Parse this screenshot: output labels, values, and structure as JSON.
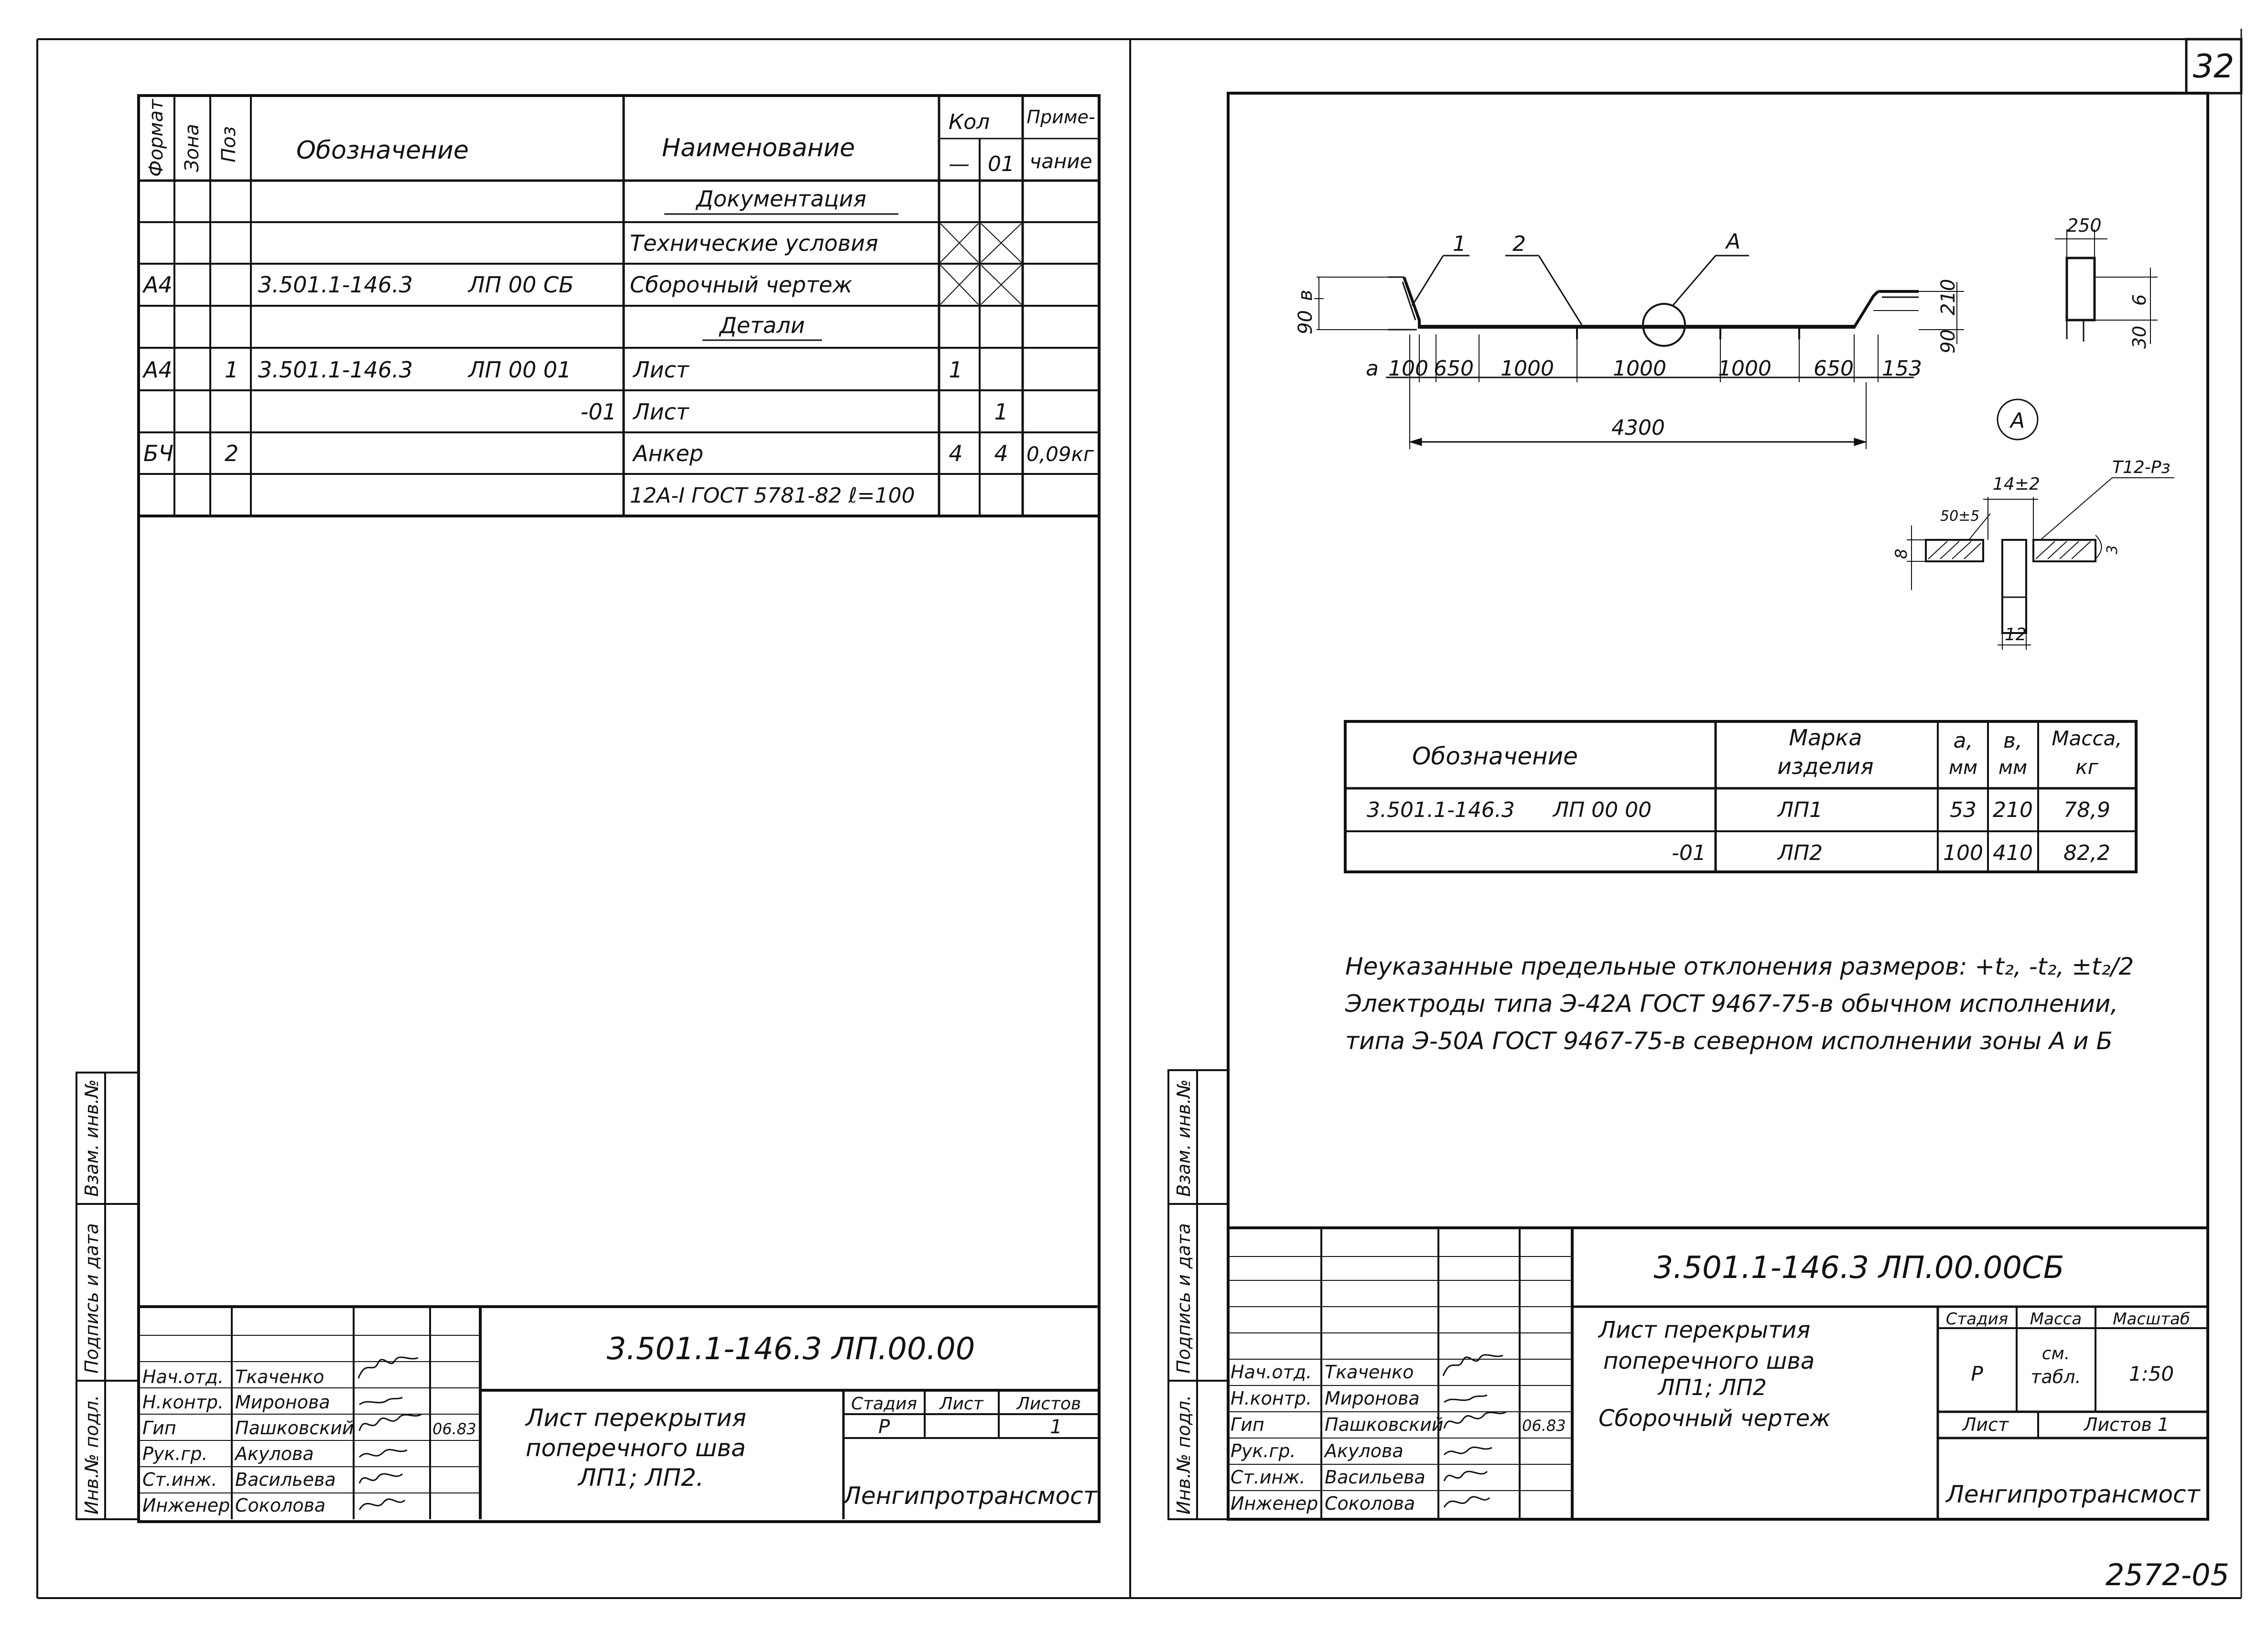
{
  "page_number": "32",
  "footer_code": "2572-05",
  "spec": {
    "headers": {
      "format": "Формат",
      "zone": "Зона",
      "pos": "Поз",
      "designation": "Обозначение",
      "name": "Наименование",
      "qty": "Кол",
      "qty_dash": "—",
      "qty_01": "01",
      "note_1": "Приме-",
      "note_2": "чание"
    },
    "rows": [
      {
        "format": "",
        "zone": "",
        "pos": "",
        "designation": "",
        "designation2": "",
        "name": "Документация",
        "q1": "",
        "q2": "",
        "note": ""
      },
      {
        "format": "",
        "zone": "",
        "pos": "",
        "designation": "",
        "designation2": "",
        "name": "Технические условия",
        "q1": "",
        "q2": "",
        "note": ""
      },
      {
        "format": "А4",
        "zone": "",
        "pos": "",
        "designation": "3.501.1-146.3",
        "designation2": "ЛП 00 СБ",
        "name": "Сборочный чертеж",
        "q1": "",
        "q2": "",
        "note": ""
      },
      {
        "format": "",
        "zone": "",
        "pos": "",
        "designation": "",
        "designation2": "",
        "name": "Детали",
        "q1": "",
        "q2": "",
        "note": ""
      },
      {
        "format": "А4",
        "zone": "",
        "pos": "1",
        "designation": "3.501.1-146.3",
        "designation2": "ЛП 00 01",
        "name": "Лист",
        "q1": "1",
        "q2": "",
        "note": ""
      },
      {
        "format": "",
        "zone": "",
        "pos": "",
        "designation": "",
        "designation2": "-01",
        "name": "Лист",
        "q1": "",
        "q2": "1",
        "note": ""
      },
      {
        "format": "БЧ",
        "zone": "",
        "pos": "2",
        "designation": "",
        "designation2": "",
        "name": "Анкер",
        "q1": "4",
        "q2": "4",
        "note": "0,09кг"
      },
      {
        "format": "",
        "zone": "",
        "pos": "",
        "designation": "",
        "designation2": "",
        "name": "12А-I ГОСТ 5781-82 ℓ=100",
        "q1": "",
        "q2": "",
        "note": ""
      }
    ]
  },
  "side_stamps": {
    "inv_vzam": "Взам. инв.№",
    "podpis_data": "Подпись и дата",
    "inv_podl": "Инв.№ подл."
  },
  "titleblock_left": {
    "code": "3.501.1-146.3    ЛП.00.00",
    "roles": [
      "Нач.отд.",
      "Н.контр.",
      "Гип",
      "Рук.гр.",
      "Ст.инж.",
      "Инженер"
    ],
    "names": [
      "Ткаченко",
      "Миронова",
      "Пашковский",
      "Акулова",
      "Васильева",
      "Соколова"
    ],
    "date": "06.83",
    "title_lines": [
      "Лист перекрытия",
      "поперечного шва",
      "ЛП1; ЛП2."
    ],
    "stage_label": "Стадия",
    "sheet_label": "Лист",
    "sheets_label": "Листов",
    "stage": "Р",
    "sheet": "",
    "sheets": "1",
    "org": "Ленгипротрансмост"
  },
  "drawing": {
    "callouts": [
      "1",
      "2",
      "А"
    ],
    "dims_bottom": [
      "а",
      "100",
      "650",
      "1000",
      "1000",
      "1000",
      "650",
      "153"
    ],
    "total": "4300",
    "left_dims": [
      "90",
      "в"
    ],
    "right_dims": [
      "210",
      "90"
    ],
    "anchor_dims": [
      "250",
      "6",
      "30"
    ],
    "detail_label": "А",
    "detail_dims": [
      "14±2",
      "Т12-Рз",
      "50±5",
      "8",
      "3",
      "12"
    ]
  },
  "marks_table": {
    "headers": [
      "Обозначение",
      "Марка изделия",
      "а, мм",
      "в, мм",
      "Масса, кг"
    ],
    "header_mark_lines": [
      "Марка",
      "изделия"
    ],
    "header_a_lines": [
      "а,",
      "мм"
    ],
    "header_b_lines": [
      "в,",
      "мм"
    ],
    "header_mass_lines": [
      "Масса,",
      "кг"
    ],
    "rows": [
      {
        "code": "3.501.1-146.3",
        "code2": "ЛП 00 00",
        "mark": "ЛП1",
        "a": "53",
        "b": "210",
        "mass": "78,9"
      },
      {
        "code": "",
        "code2": "-01",
        "mark": "ЛП2",
        "a": "100",
        "b": "410",
        "mass": "82,2"
      }
    ]
  },
  "notes": [
    "Неуказанные предельные отклонения размеров: +t₂, -t₂, ±t₂/2",
    "Электроды типа Э-42А ГОСТ 9467-75-в обычном исполнении,",
    "типа Э-50А ГОСТ 9467-75-в северном исполнении зоны А и Б"
  ],
  "titleblock_right": {
    "code": "3.501.1-146.3    ЛП.00.00СБ",
    "roles": [
      "Нач.отд.",
      "Н.контр.",
      "Гип",
      "Рук.гр.",
      "Ст.инж.",
      "Инженер"
    ],
    "names": [
      "Ткаченко",
      "Миронова",
      "Пашковский",
      "Акулова",
      "Васильева",
      "Соколова"
    ],
    "date": "06.83",
    "title_lines": [
      "Лист перекрытия",
      "поперечного шва",
      "ЛП1; ЛП2",
      "Сборочный чертеж"
    ],
    "stage_label": "Стадия",
    "mass_label": "Масса",
    "scale_label": "Масштаб",
    "stage": "Р",
    "mass_1": "см.",
    "mass_2": "табл.",
    "scale": "1:50",
    "sheet_label": "Лист",
    "sheets_label": "Листов 1",
    "org": "Ленгипротрансмост"
  }
}
